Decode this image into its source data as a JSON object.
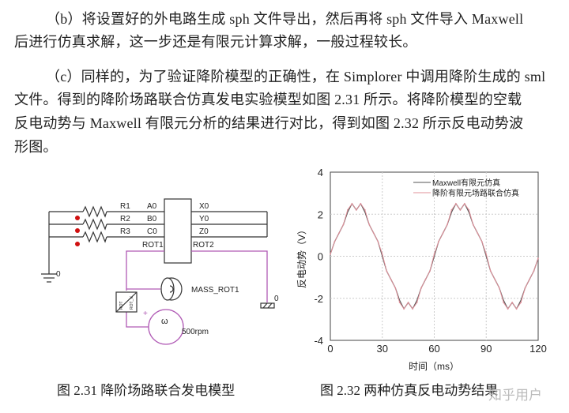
{
  "paragraphs": {
    "b_line1": "（b）将设置好的外电路生成 sph 文件导出，然后再将 sph 文件导入 Maxwell",
    "b_line2": "后进行仿真求解，这一步还是有限元计算求解，一般过程较长。",
    "c_line1": "（c）同样的，为了验证降阶模型的正确性，在 Simplorer 中调用降阶生成的 sml",
    "c_line2": "文件。得到的降阶场路联合仿真发电实验模型如图 2.31 所示。将降阶模型的空载",
    "c_line3": "反电动势与 Maxwell 有限元分析的结果进行对比，得到如图 2.32 所示反电动势波",
    "c_line4": "形图。"
  },
  "circuit": {
    "resistors": [
      "R1",
      "R2",
      "R3"
    ],
    "inputs": [
      "A0",
      "B0",
      "C0",
      "ROT1"
    ],
    "outputs": [
      "X0",
      "Y0",
      "Z0",
      "ROT2"
    ],
    "ground_left": "0",
    "ground_right": "0",
    "mass_label": "MASS_ROT1",
    "speed_label": "500rpm",
    "speed_symbol": "ω",
    "converter_left": "ROT",
    "converter_right": "ROT_V",
    "plus": "+",
    "wire_color": "#b05ab5",
    "dot_color": "#d01010"
  },
  "captions": {
    "fig231": "图 2.31  降阶场路联合发电模型",
    "fig232": "图 2.32  两种仿真反电动势结果"
  },
  "watermark": "知乎用户",
  "chart_data": {
    "type": "line",
    "xlabel": "时间（ms）",
    "ylabel": "反电动势（V）",
    "xlim": [
      0,
      120
    ],
    "ylim": [
      -4,
      4
    ],
    "xticks": [
      0,
      30,
      60,
      90,
      120
    ],
    "yticks": [
      -4,
      -2,
      0,
      2,
      4
    ],
    "grid": true,
    "legend_position": "top-right",
    "x": [
      0,
      2.5,
      5,
      7.5,
      10,
      12.5,
      15,
      17.5,
      20,
      22.5,
      25,
      27.5,
      30,
      32.5,
      35,
      37.5,
      40,
      42.5,
      45,
      47.5,
      50,
      52.5,
      55,
      57.5,
      60,
      62.5,
      65,
      67.5,
      70,
      72.5,
      75,
      77.5,
      80,
      82.5,
      85,
      87.5,
      90,
      92.5,
      95,
      97.5,
      100,
      102.5,
      105,
      107.5,
      110,
      112.5,
      115,
      117.5,
      120
    ],
    "series": [
      {
        "name": "Maxwell有限元仿真",
        "color": "#555555",
        "values": [
          0.1,
          0.7,
          1.1,
          1.5,
          2.1,
          2.5,
          2.2,
          2.5,
          2.1,
          1.5,
          1.1,
          0.7,
          0.0,
          -0.7,
          -1.1,
          -1.5,
          -2.1,
          -2.5,
          -2.2,
          -2.5,
          -2.1,
          -1.5,
          -1.1,
          -0.7,
          0.0,
          0.7,
          1.1,
          1.5,
          2.1,
          2.5,
          2.2,
          2.5,
          2.1,
          1.5,
          1.1,
          0.7,
          0.0,
          -0.7,
          -1.1,
          -1.5,
          -2.1,
          -2.5,
          -2.2,
          -2.5,
          -2.1,
          -1.5,
          -1.1,
          -0.7,
          -0.1
        ]
      },
      {
        "name": "降阶有限元场路联合仿真",
        "color": "#e0909a",
        "values": [
          0.1,
          0.7,
          1.1,
          1.5,
          2.2,
          2.5,
          2.2,
          2.5,
          2.2,
          1.5,
          1.1,
          0.7,
          0.1,
          -0.7,
          -1.1,
          -1.5,
          -2.2,
          -2.5,
          -2.2,
          -2.5,
          -2.2,
          -1.5,
          -1.1,
          -0.7,
          0.1,
          0.7,
          1.1,
          1.5,
          2.2,
          2.5,
          2.2,
          2.5,
          2.2,
          1.5,
          1.1,
          0.7,
          0.1,
          -0.7,
          -1.1,
          -1.5,
          -2.2,
          -2.5,
          -2.2,
          -2.5,
          -2.2,
          -1.5,
          -1.1,
          -0.7,
          -0.1
        ]
      }
    ]
  }
}
